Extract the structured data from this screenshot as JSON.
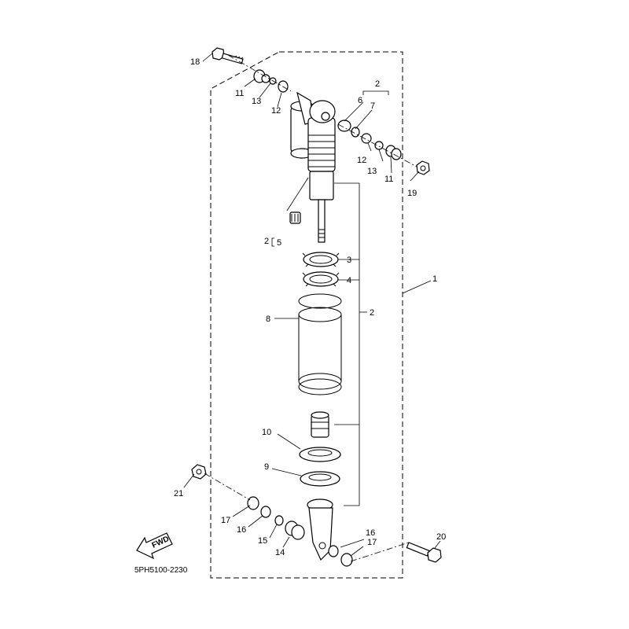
{
  "diagram_code": "5PH5100-2230",
  "fwd_label": "FWD",
  "callouts": {
    "c1": "1",
    "c2_top": "2",
    "c2_mid": "2",
    "c2_side": "2",
    "c5": "5",
    "c3": "3",
    "c4": "4",
    "c6": "6",
    "c7": "7",
    "c8": "8",
    "c9": "9",
    "c10": "10",
    "c11a": "11",
    "c11b": "11",
    "c12a": "12",
    "c12b": "12",
    "c13a": "13",
    "c13b": "13",
    "c14": "14",
    "c15": "15",
    "c16a": "16",
    "c16b": "16",
    "c17a": "17",
    "c17b": "17",
    "c18": "18",
    "c19": "19",
    "c20": "20",
    "c21": "21"
  }
}
